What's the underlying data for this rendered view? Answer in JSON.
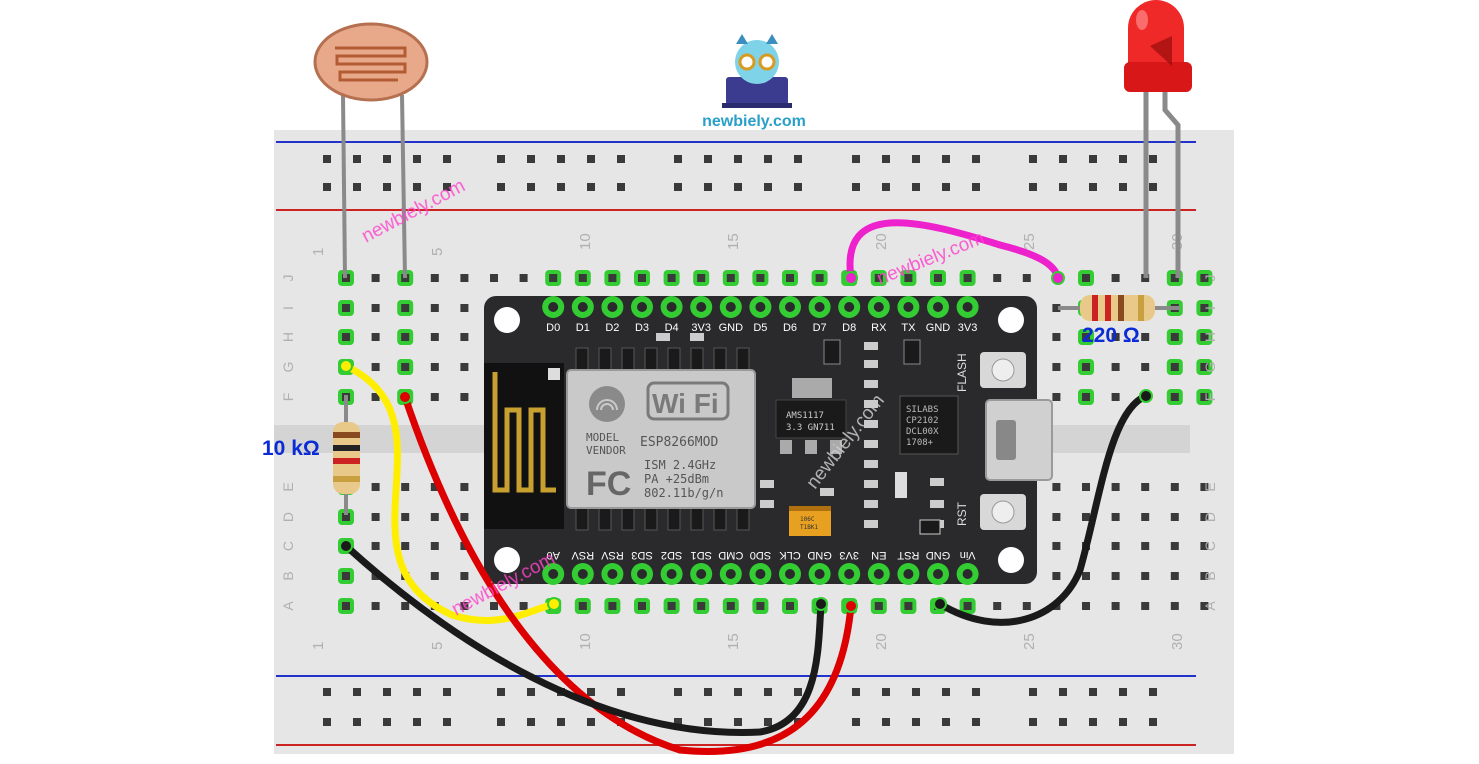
{
  "branding": {
    "logo_text": "newbiely.com",
    "watermark": "newbiely.com"
  },
  "breadboard": {
    "column_numbers_top": [
      "1",
      "5",
      "10",
      "15",
      "20",
      "25",
      "30"
    ],
    "column_numbers_bottom": [
      "1",
      "5",
      "10",
      "15",
      "20",
      "25",
      "30"
    ],
    "row_letters_upper": [
      "J",
      "I",
      "H",
      "G",
      "F"
    ],
    "row_letters_lower": [
      "E",
      "D",
      "C",
      "B",
      "A"
    ]
  },
  "board": {
    "top_pins": [
      "D0",
      "D1",
      "D2",
      "D3",
      "D4",
      "3V3",
      "GND",
      "D5",
      "D6",
      "D7",
      "D8",
      "RX",
      "TX",
      "GND",
      "3V3"
    ],
    "bottom_pins": [
      "A0",
      "RSV",
      "RSV",
      "SD3",
      "SD2",
      "SD1",
      "CMD",
      "SD0",
      "CLK",
      "GND",
      "3V3",
      "EN",
      "RST",
      "GND",
      "Vin"
    ],
    "button_flash": "FLASH",
    "button_rst": "RST",
    "module_text": [
      "MODEL",
      "VENDOR",
      "ESP8266MOD",
      "ISM 2.4GHz",
      "PA  +25dBm",
      "802.11b/g/n"
    ],
    "wifi_logo": "Wi Fi",
    "fc_mark": "FC",
    "regulator_text": [
      "AMS1117",
      "3.3  GN711"
    ],
    "usb_chip_text": [
      "SILABS",
      "CP2102",
      "DCL00X",
      "1708+"
    ],
    "cap_text": [
      "106C",
      "T1BK1"
    ]
  },
  "components": {
    "resistor_ldr_label": "10 kΩ",
    "resistor_led_label": "220 Ω"
  },
  "colors": {
    "wire_yellow": "#ffee00",
    "wire_red": "#dd0000",
    "wire_black": "#1a1a1a",
    "wire_magenta": "#ee22cc",
    "hole_active": "#33cc33",
    "label_blue": "#0a2bd6",
    "watermark_pink": "#ff44cc"
  }
}
